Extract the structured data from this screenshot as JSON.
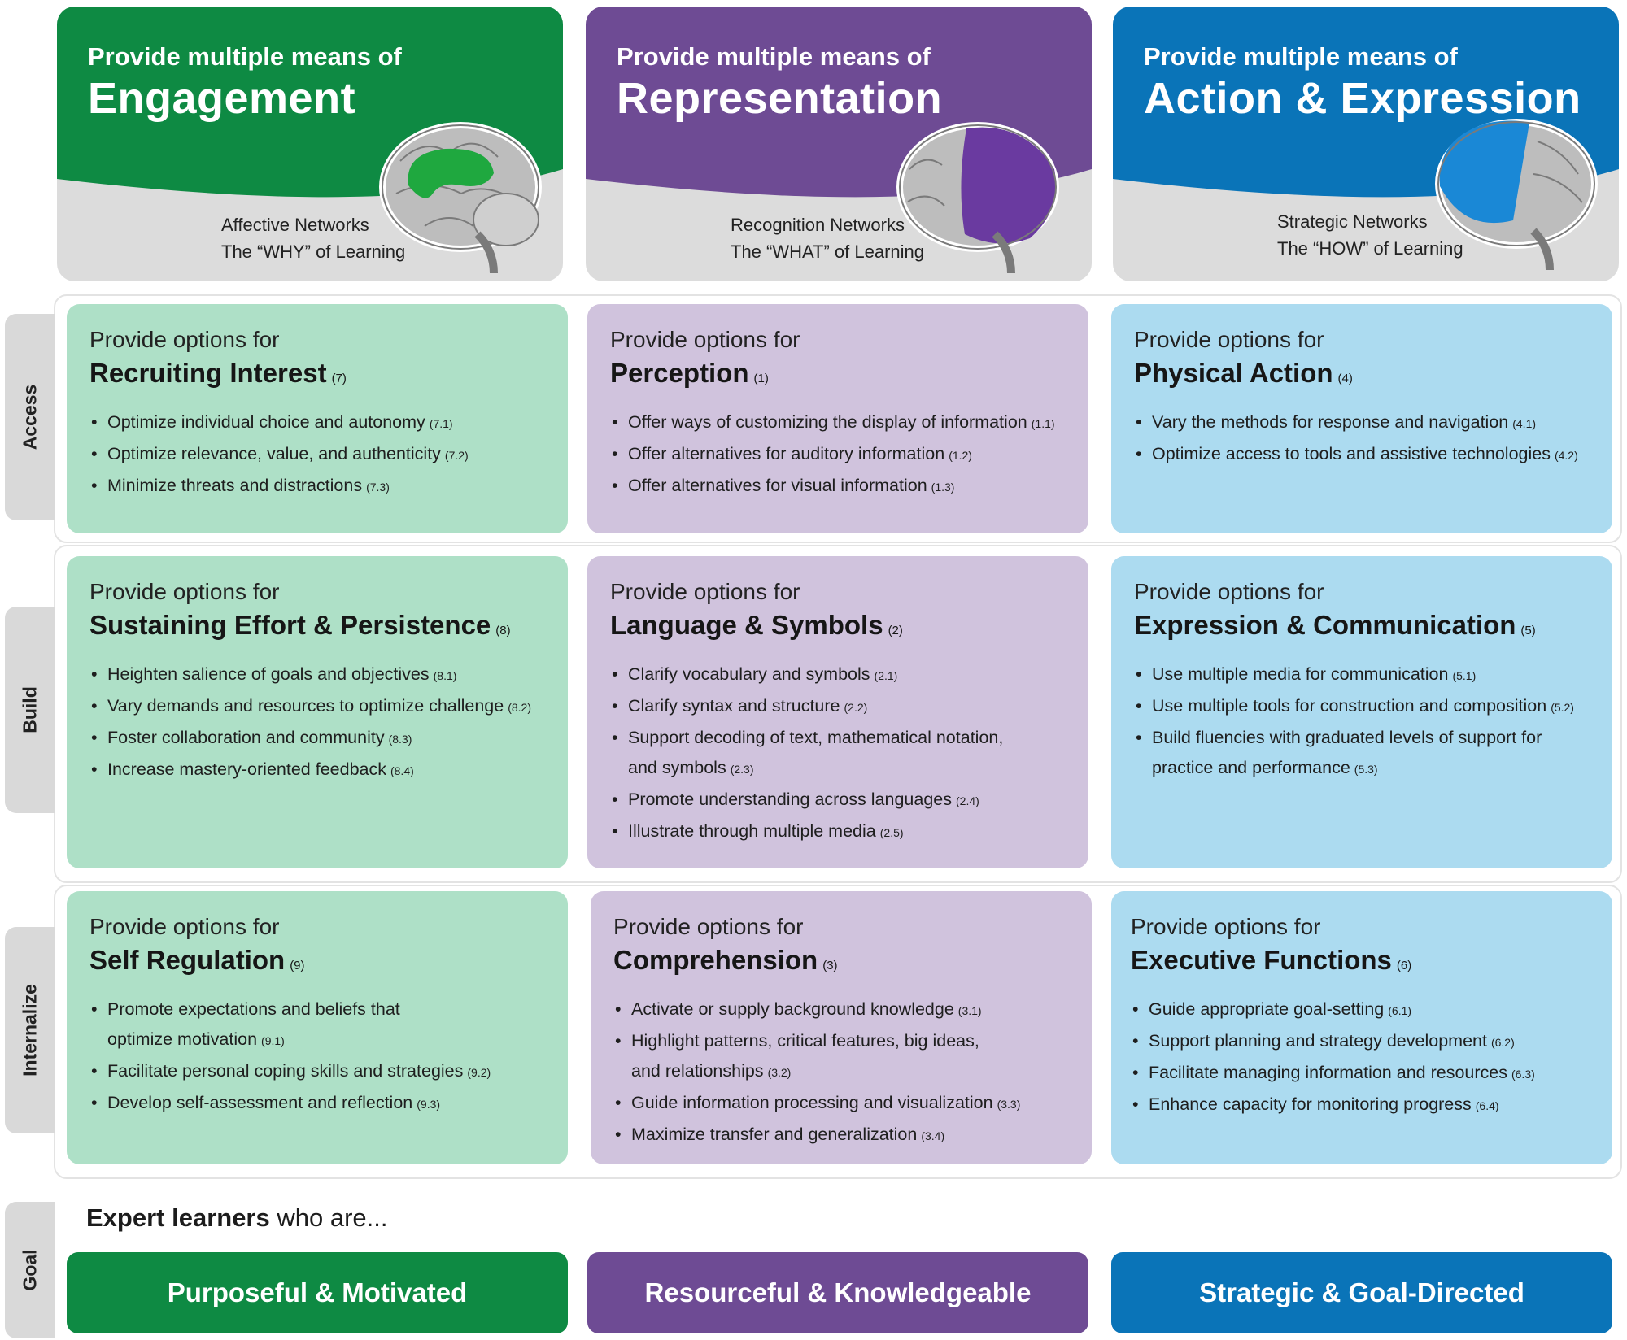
{
  "columns": [
    {
      "lead": "Provide multiple means of",
      "heading": "Engagement",
      "network": "Affective Networks",
      "network_sub": "The “WHY” of Learning",
      "color": "#0e8a43"
    },
    {
      "lead": "Provide multiple means of",
      "heading": "Representation",
      "network": "Recognition Networks",
      "network_sub": "The “WHAT” of Learning",
      "color": "#6e4b94"
    },
    {
      "lead": "Provide multiple means of",
      "heading": "Action & Expression",
      "network": "Strategic Networks",
      "network_sub": "The “HOW” of Learning",
      "color": "#0a74b8"
    }
  ],
  "rows": [
    {
      "label": "Access"
    },
    {
      "label": "Build"
    },
    {
      "label": "Internalize"
    },
    {
      "label": "Goal"
    }
  ],
  "cards": {
    "access_engagement": {
      "lead": "Provide options for",
      "title": "Recruiting Interest",
      "num": "(7)",
      "items": [
        {
          "text": "Optimize individual choice and autonomy",
          "num": "(7.1)"
        },
        {
          "text": "Optimize relevance, value, and authenticity",
          "num": "(7.2)"
        },
        {
          "text": "Minimize threats and distractions",
          "num": "(7.3)"
        }
      ]
    },
    "access_representation": {
      "lead": "Provide options for",
      "title": "Perception",
      "num": "(1)",
      "items": [
        {
          "text": "Offer ways of customizing the display of information",
          "num": "(1.1)"
        },
        {
          "text": "Offer alternatives for auditory information",
          "num": "(1.2)"
        },
        {
          "text": "Offer alternatives for visual information",
          "num": "(1.3)"
        }
      ]
    },
    "access_action": {
      "lead": "Provide options for",
      "title": "Physical Action",
      "num": "(4)",
      "items": [
        {
          "text": "Vary the methods for response and navigation",
          "num": "(4.1)"
        },
        {
          "text": "Optimize access to tools and assistive technologies",
          "num": "(4.2)"
        }
      ]
    },
    "build_engagement": {
      "lead": "Provide options for",
      "title": "Sustaining Effort & Persistence",
      "num": "(8)",
      "items": [
        {
          "text": "Heighten salience of goals and objectives",
          "num": "(8.1)"
        },
        {
          "text": "Vary demands and resources to optimize challenge",
          "num": "(8.2)"
        },
        {
          "text": "Foster collaboration and community",
          "num": "(8.3)"
        },
        {
          "text": "Increase mastery-oriented feedback",
          "num": "(8.4)"
        }
      ]
    },
    "build_representation": {
      "lead": "Provide options for",
      "title": "Language & Symbols",
      "num": "(2)",
      "items": [
        {
          "text": "Clarify vocabulary and symbols",
          "num": "(2.1)"
        },
        {
          "text": "Clarify syntax and structure",
          "num": "(2.2)"
        },
        {
          "text": "Support decoding of text, mathematical notation, and symbols",
          "num": "(2.3)"
        },
        {
          "text": "Promote understanding across languages",
          "num": "(2.4)"
        },
        {
          "text": "Illustrate through multiple media",
          "num": "(2.5)"
        }
      ]
    },
    "build_action": {
      "lead": "Provide options for",
      "title": "Expression & Communication",
      "num": "(5)",
      "items": [
        {
          "text": "Use multiple media for communication",
          "num": "(5.1)"
        },
        {
          "text": "Use multiple tools for construction and composition",
          "num": "(5.2)"
        },
        {
          "text": "Build fluencies with graduated levels of support for practice and performance",
          "num": "(5.3)"
        }
      ]
    },
    "internalize_engagement": {
      "lead": "Provide options for",
      "title": "Self Regulation",
      "num": "(9)",
      "items": [
        {
          "text": "Promote expectations and beliefs that optimize motivation",
          "num": "(9.1)"
        },
        {
          "text": "Facilitate personal coping skills and strategies",
          "num": "(9.2)"
        },
        {
          "text": "Develop self-assessment and reflection",
          "num": "(9.3)"
        }
      ]
    },
    "internalize_representation": {
      "lead": "Provide options for",
      "title": "Comprehension",
      "num": "(3)",
      "items": [
        {
          "text": "Activate or supply background knowledge",
          "num": "(3.1)"
        },
        {
          "text": "Highlight patterns, critical features, big ideas, and relationships",
          "num": "(3.2)"
        },
        {
          "text": "Guide information processing and visualization",
          "num": "(3.3)"
        },
        {
          "text": "Maximize transfer and generalization",
          "num": "(3.4)"
        }
      ]
    },
    "internalize_action": {
      "lead": "Provide options for",
      "title": "Executive Functions",
      "num": "(6)",
      "items": [
        {
          "text": "Guide appropriate goal-setting",
          "num": "(6.1)"
        },
        {
          "text": "Support planning and strategy development",
          "num": "(6.2)"
        },
        {
          "text": "Facilitate managing information and resources",
          "num": "(6.3)"
        },
        {
          "text": "Enhance capacity for monitoring progress",
          "num": "(6.4)"
        }
      ]
    }
  },
  "goal": {
    "lead_bold": "Expert learners",
    "lead_rest": " who are...",
    "outcomes": [
      "Purposeful & Motivated",
      "Resourceful & Knowledgeable",
      "Strategic & Goal-Directed"
    ]
  }
}
